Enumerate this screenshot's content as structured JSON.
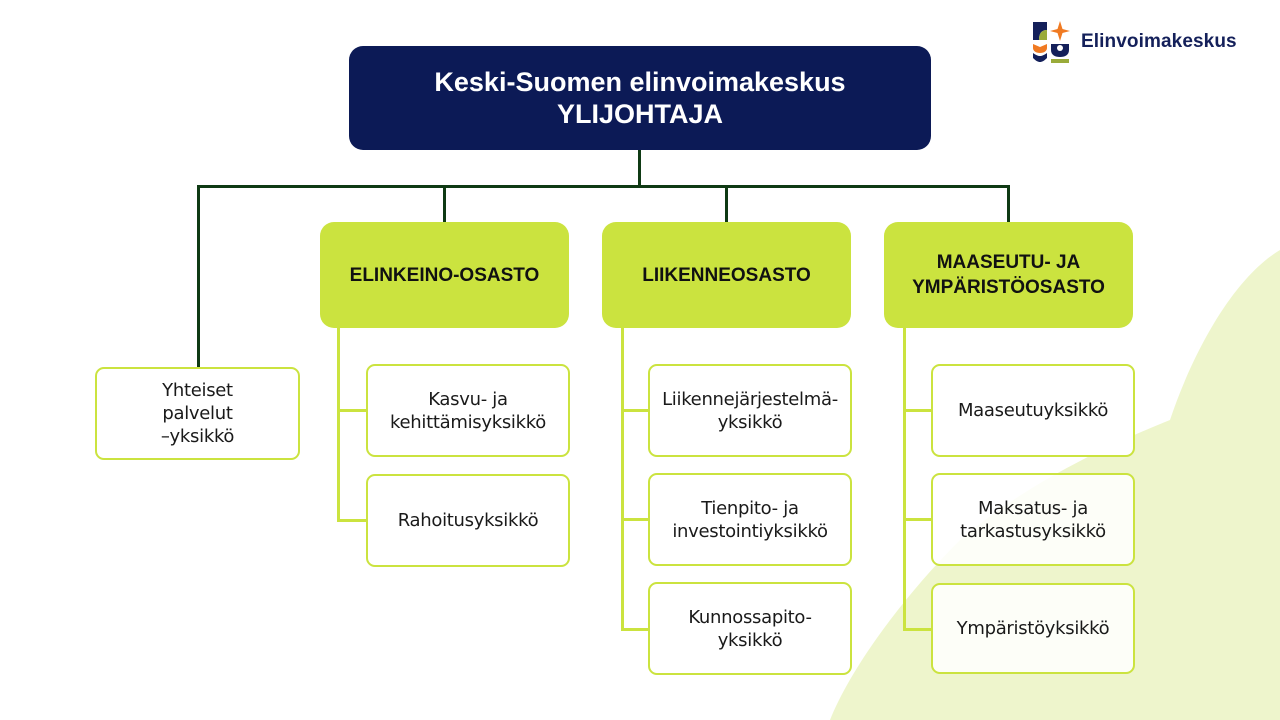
{
  "logo": {
    "text": "Elinvoimakeskus",
    "icon": "elinvoimakeskus-logo-mark"
  },
  "top": {
    "line1": "Keski-Suomen elinvoimakeskus",
    "line2": "YLIJOHTAJA"
  },
  "standalone_unit": {
    "lines": [
      "Yhteiset",
      "palvelut",
      "–yksikkö"
    ]
  },
  "departments": [
    {
      "lines": [
        "ELINKEINO-OSASTO"
      ],
      "units": [
        {
          "lines": [
            "Kasvu- ja",
            "kehittämisyksikkö"
          ]
        },
        {
          "lines": [
            "Rahoitusyksikkö"
          ]
        }
      ]
    },
    {
      "lines": [
        "LIIKENNEOSASTO"
      ],
      "units": [
        {
          "lines": [
            "Liikennejärjestelmä-",
            "yksikkö"
          ]
        },
        {
          "lines": [
            "Tienpito- ja",
            "investointiyksikkö"
          ]
        },
        {
          "lines": [
            "Kunnossapito-",
            "yksikkö"
          ]
        }
      ]
    },
    {
      "lines": [
        "MAASEUTU- JA",
        "YMPÄRISTÖOSASTO"
      ],
      "units": [
        {
          "lines": [
            "Maaseutuyksikkö"
          ]
        },
        {
          "lines": [
            "Maksatus- ja",
            "tarkastusyksikkö"
          ]
        },
        {
          "lines": [
            "Ympäristöyksikkö"
          ]
        }
      ]
    }
  ],
  "colors": {
    "navy": "#0c1a56",
    "lime": "#cbe33f",
    "connector_dark": "#0f3a14",
    "background_blob": "#eef5cc",
    "logo_orange": "#f07a22",
    "logo_olive": "#9aab3a"
  }
}
